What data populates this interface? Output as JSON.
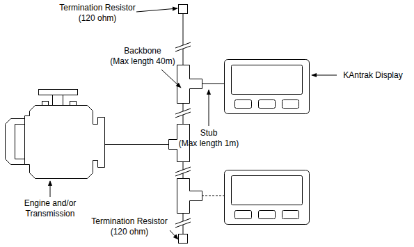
{
  "diagram": {
    "labels": [
      "Termination Resistor (120 ohm)",
      "Backbone (Max length 40m)",
      "Stub (Max length 1m)",
      "KAntrak Display",
      "Engine and/or Transmission",
      "Termination Resistor (120 ohm)"
    ]
  }
}
